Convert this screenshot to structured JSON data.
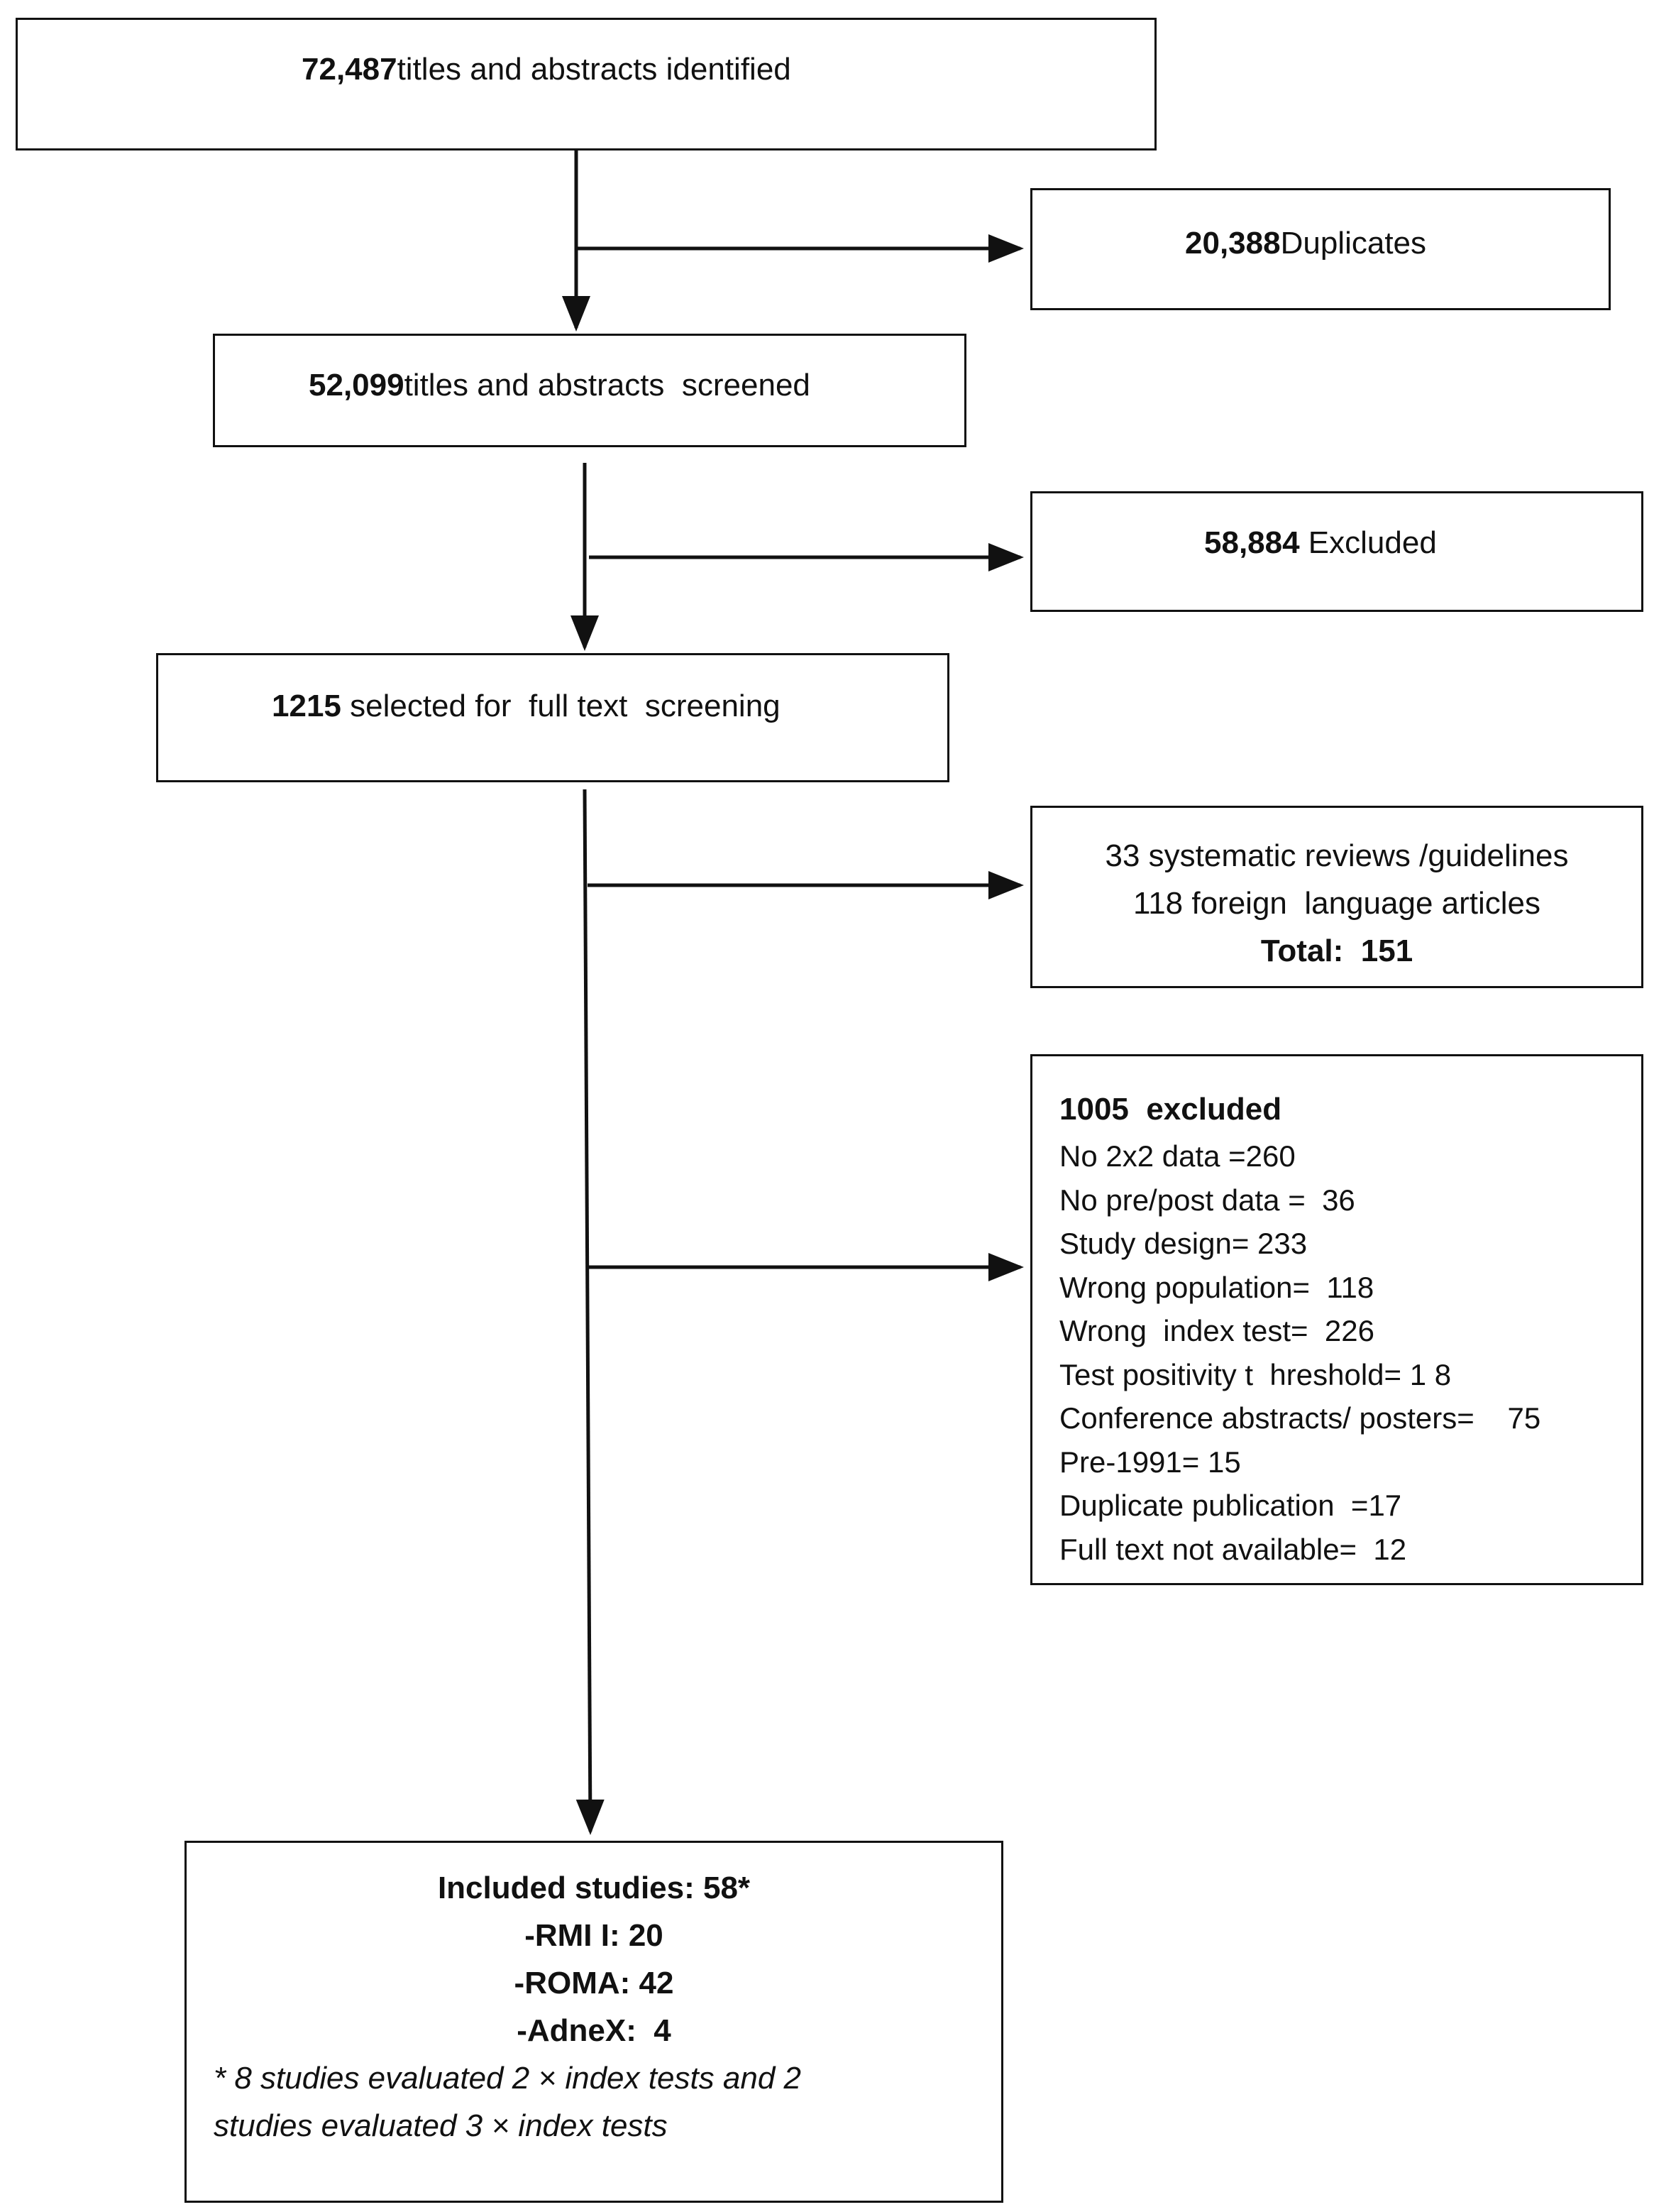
{
  "boxes": {
    "identified": {
      "count": "72,487",
      "text": "titles and abstracts identified"
    },
    "duplicates": {
      "count": "20,388",
      "text": "Duplicates"
    },
    "screened": {
      "count": "52,099",
      "text": "titles and abstracts  screened"
    },
    "excluded1": {
      "count": "58,884",
      "text": " Excluded"
    },
    "selected": {
      "count": "1215",
      "text": " selected for  full text  screening"
    },
    "reviews": {
      "line1": "33 systematic reviews /guidelines",
      "line2": "118 foreign  language articles",
      "total": "Total:  151"
    },
    "excluded2": {
      "title": "1005  excluded",
      "reasons": [
        "No 2x2 data =260",
        "No pre/post data =  36",
        "Study design= 233",
        "Wrong population=  118",
        "Wrong  index test=  226",
        "Test positivity t  hreshold= 1 8",
        "Conference abstracts/ posters=    75",
        "Pre-1991= 15",
        "Duplicate publication  =17",
        "Full text not available=  12"
      ]
    },
    "included": {
      "title": "Included studies: 58*",
      "items": [
        "-RMI I: 20",
        "-ROMA: 42",
        "-AdneX:  4"
      ],
      "note1": "* 8 studies evaluated 2 × index tests and 2",
      "note2": "studies evaluated 3 × index tests"
    }
  }
}
